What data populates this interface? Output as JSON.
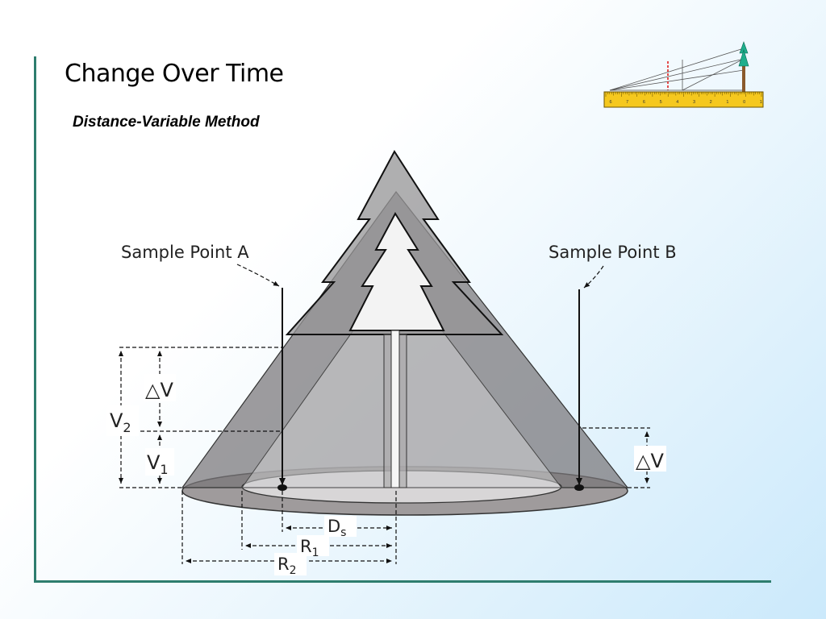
{
  "slide": {
    "title": "Change Over Time",
    "subtitle": "Distance-Variable Method"
  },
  "diagram": {
    "sample_point_a": "Sample Point A",
    "sample_point_b": "Sample Point B",
    "delta_v": "△V",
    "v2_main": "V",
    "v2_sub": "2",
    "v1_main": "V",
    "v1_sub": "1",
    "ds_main": "D",
    "ds_sub": "s",
    "r1_main": "R",
    "r1_sub": "1",
    "r2_main": "R",
    "r2_sub": "2"
  },
  "ruler": {
    "labels": [
      "6",
      "7",
      "6",
      "5",
      "4",
      "3",
      "2",
      "1",
      "0",
      "1"
    ]
  },
  "colors": {
    "frame": "#2e7d6e",
    "ruler_fill": "#f5c81e",
    "tree_icon": "#1fae8c",
    "marker_line": "#e02020"
  }
}
